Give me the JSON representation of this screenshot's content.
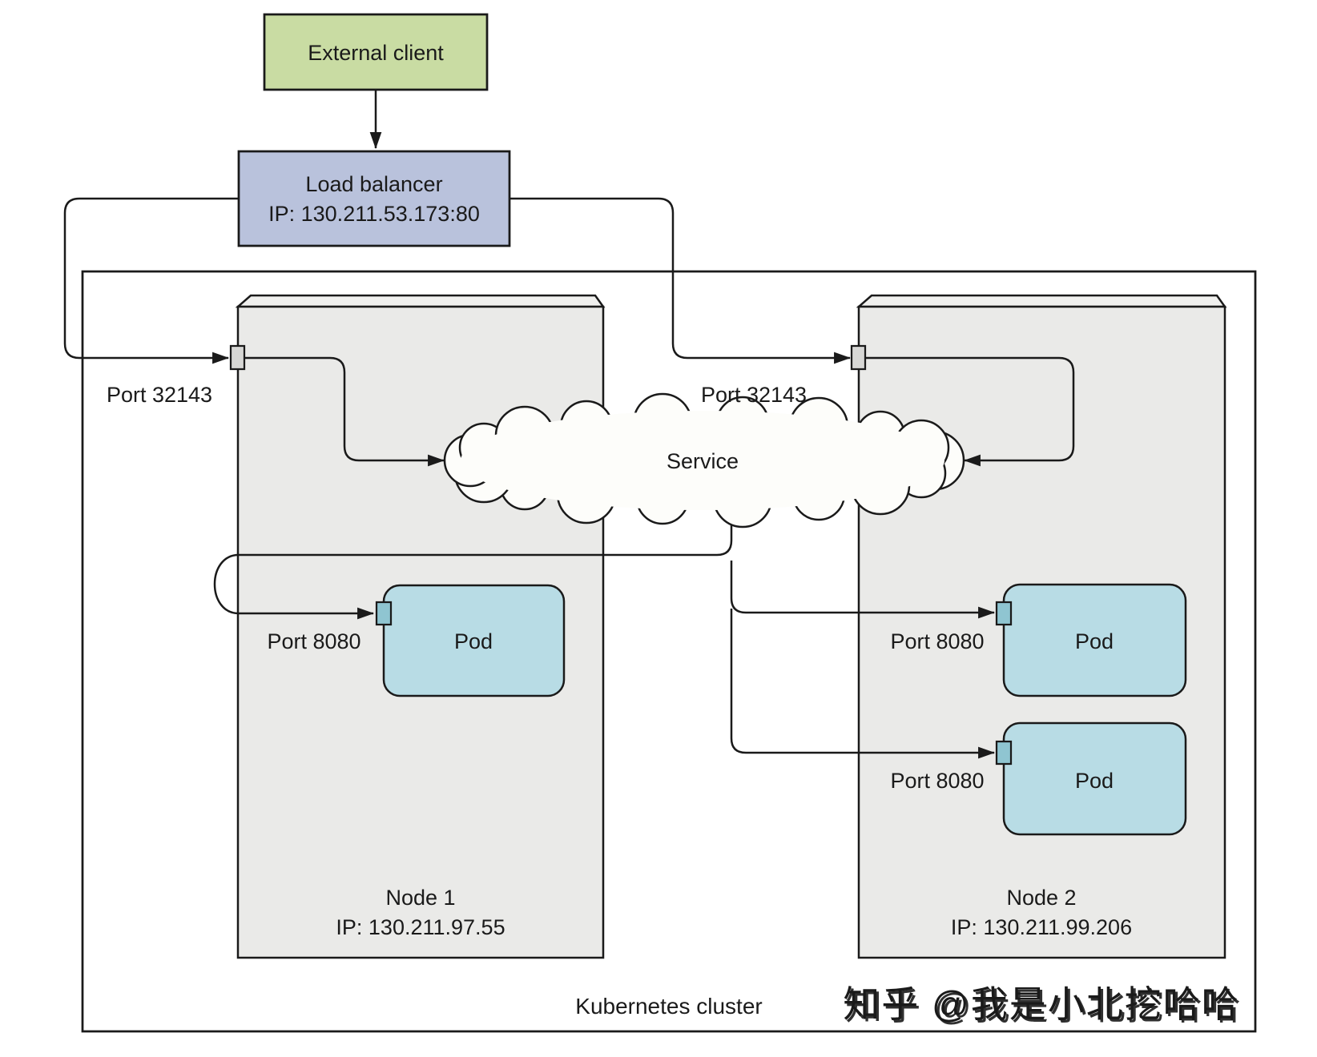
{
  "diagram": {
    "external_client": {
      "label": "External client"
    },
    "load_balancer": {
      "label": "Load balancer",
      "ip": "IP: 130.211.53.173:80"
    },
    "cluster": {
      "label": "Kubernetes cluster"
    },
    "service": {
      "label": "Service"
    },
    "node1": {
      "name": "Node 1",
      "ip": "IP: 130.211.97.55",
      "node_port_label": "Port 32143",
      "pods": [
        {
          "label": "Pod",
          "port_label": "Port 8080"
        }
      ]
    },
    "node2": {
      "name": "Node 2",
      "ip": "IP: 130.211.99.206",
      "node_port_label": "Port 32143",
      "pods": [
        {
          "label": "Pod",
          "port_label": "Port 8080"
        },
        {
          "label": "Pod",
          "port_label": "Port 8080"
        }
      ]
    },
    "watermark": "知乎 @我是小北挖哈哈",
    "colors": {
      "external_client_fill": "#c9dca3",
      "load_balancer_fill": "#b9c2dc",
      "node_fill": "#eaeae8",
      "node_top_fill": "#f0f0ee",
      "pod_fill": "#b8dce5",
      "pod_port_fill": "#8fc5d1",
      "node_port_fill": "#d7d7d5",
      "cloud_fill": "#fdfdfa",
      "line": "#1a1a1a",
      "watermark_color": "#c9c9c9"
    }
  }
}
